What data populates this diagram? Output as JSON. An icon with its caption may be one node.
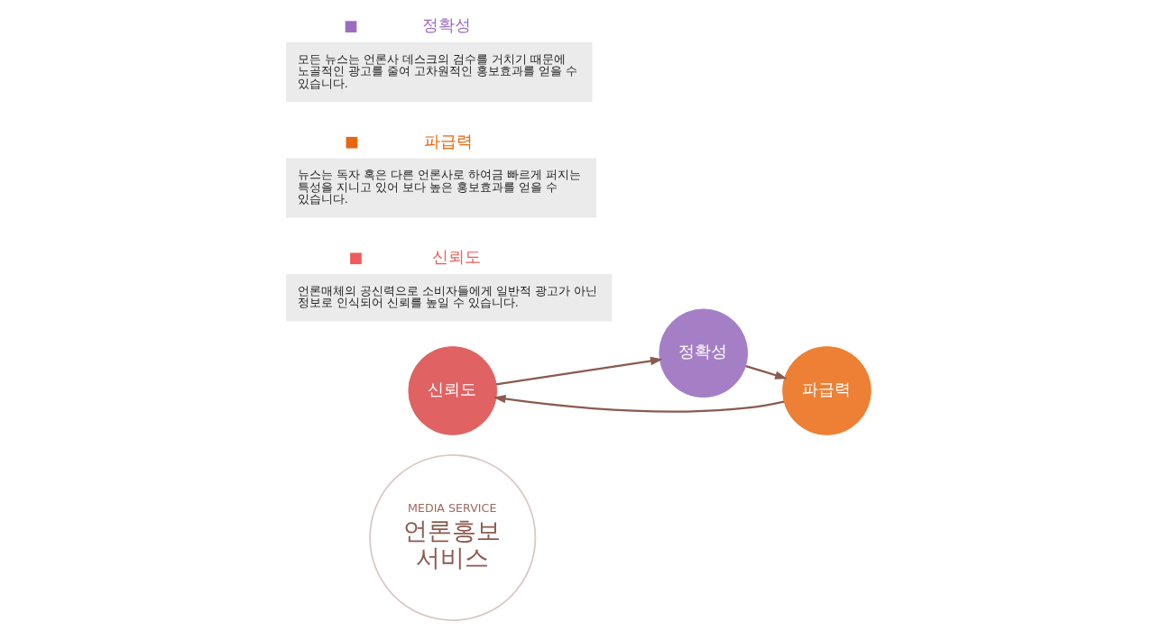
{
  "diagram": {
    "nodes": [
      {
        "text": [
          "MEDIA SERVICE",
          "언론홍보 서비스"
        ]
      },
      {
        "text": [
          "신뢰도"
        ]
      },
      {
        "text": [
          "정확성"
        ]
      },
      {
        "text": [
          "파급력"
        ]
      },
      {
        "text": [
          "신뢰도",
          "언론매체의 공신력으로 소비자들에게 일반적 광고가 아닌 정보로 인식되어 신뢰를 높일 수 있습니다."
        ]
      },
      {
        "text": [
          "파급력",
          "뉴스는 독자 혹은 다른 언론사로 하여금 빠르게 퍼지는 특성을 지니고 있어 보다 높은 홍보효과를 얻을 수 있습니다."
        ]
      },
      {
        "text": [
          "정확성",
          "모든 뉴스는 언론사 데스크의 검수를 거치기 때문에 노골적인 광고를 줄여 고차원적인 홍보효과를 얻을 수 있습니다."
        ]
      }
    ],
    "edges": [
      {
        "from": 1,
        "to": 2,
        "arrow": "to"
      },
      {
        "from": 2,
        "to": 3,
        "arrow": "to"
      },
      {
        "from": 3,
        "to": 1,
        "arrow": "to"
      }
    ]
  }
}
